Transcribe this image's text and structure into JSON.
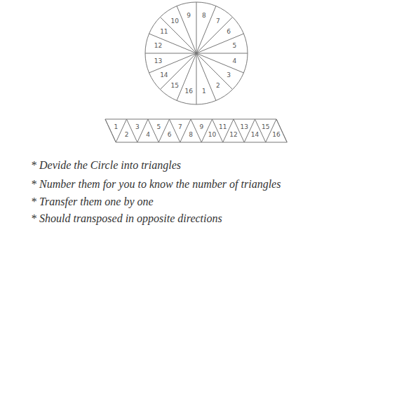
{
  "diagram": {
    "labels": [
      "1",
      "2",
      "3",
      "4",
      "5",
      "6",
      "7",
      "8",
      "9",
      "10",
      "11",
      "12",
      "13",
      "14",
      "15",
      "16",
      "1",
      "3",
      "5",
      "7",
      "9",
      "11",
      "13",
      "15",
      "2",
      "4",
      "6",
      "8",
      "10",
      "12",
      "14",
      "16",
      "* Devide the Circle into triangles",
      "* Number them for you to know the number of triangles",
      "* Transfer them one by one",
      "* Should transposed in opposite directions"
    ]
  }
}
